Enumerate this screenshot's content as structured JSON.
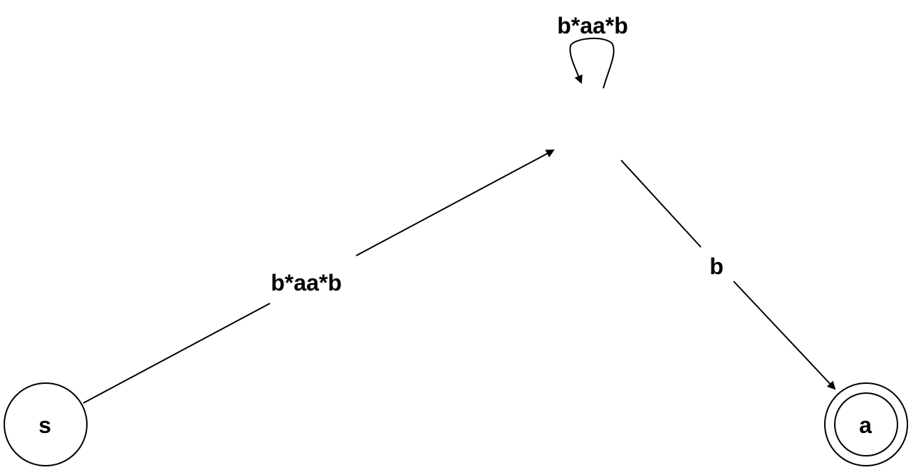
{
  "diagram": {
    "type": "state-diagram",
    "states": [
      {
        "id": "s",
        "label": "s",
        "accepting": false
      },
      {
        "id": "mid",
        "label": "",
        "accepting": false
      },
      {
        "id": "a",
        "label": "a",
        "accepting": true
      }
    ],
    "transitions": [
      {
        "from": "s",
        "to": "mid",
        "label": "b*aa*b"
      },
      {
        "from": "mid",
        "to": "mid",
        "label": "b*aa*b"
      },
      {
        "from": "mid",
        "to": "a",
        "label": "b"
      }
    ]
  }
}
